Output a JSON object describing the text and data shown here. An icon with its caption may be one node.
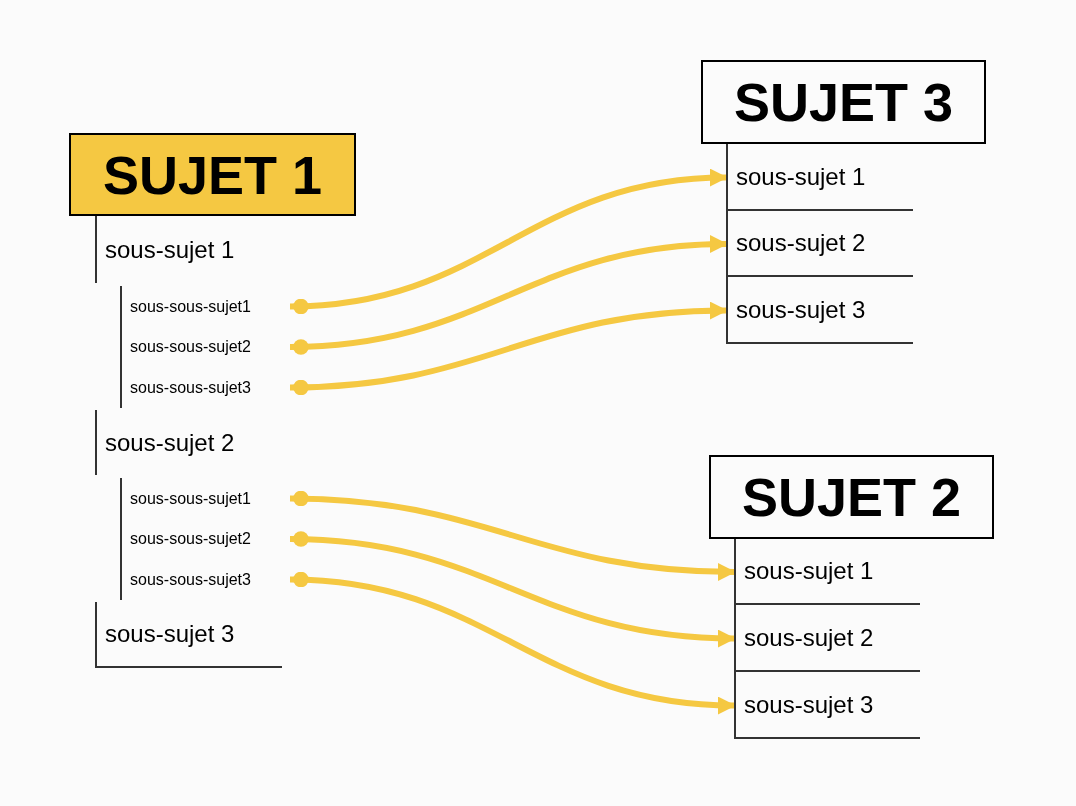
{
  "diagram": {
    "nodes": [
      {
        "text": [
          "SUJET 1"
        ]
      },
      {
        "text": [
          "sous-sujet 1"
        ]
      },
      {
        "text": [
          "sous-sous-sujet1"
        ]
      },
      {
        "text": [
          "sous-sous-sujet2"
        ]
      },
      {
        "text": [
          "sous-sous-sujet3"
        ]
      },
      {
        "text": [
          "sous-sujet 2"
        ]
      },
      {
        "text": [
          "sous-sous-sujet1"
        ]
      },
      {
        "text": [
          "sous-sous-sujet2"
        ]
      },
      {
        "text": [
          "sous-sous-sujet3"
        ]
      },
      {
        "text": [
          "sous-sujet 3"
        ]
      },
      {
        "text": [
          "SUJET 3"
        ]
      },
      {
        "text": [
          "sous-sujet 1"
        ]
      },
      {
        "text": [
          "sous-sujet 2"
        ]
      },
      {
        "text": [
          "sous-sujet 3"
        ]
      },
      {
        "text": [
          "SUJET 2"
        ]
      },
      {
        "text": [
          "sous-sujet 1"
        ]
      },
      {
        "text": [
          "sous-sujet 2"
        ]
      },
      {
        "text": [
          "sous-sujet 3"
        ]
      }
    ],
    "edges": [
      {
        "from": 2,
        "to": 11,
        "arrow": "to",
        "color": "#f5c842"
      },
      {
        "from": 3,
        "to": 12,
        "arrow": "to",
        "color": "#f5c842"
      },
      {
        "from": 4,
        "to": 13,
        "arrow": "to",
        "color": "#f5c842"
      },
      {
        "from": 6,
        "to": 15,
        "arrow": "to",
        "color": "#f5c842"
      },
      {
        "from": 7,
        "to": 16,
        "arrow": "to",
        "color": "#f5c842"
      },
      {
        "from": 8,
        "to": 17,
        "arrow": "to",
        "color": "#f5c842"
      }
    ]
  }
}
